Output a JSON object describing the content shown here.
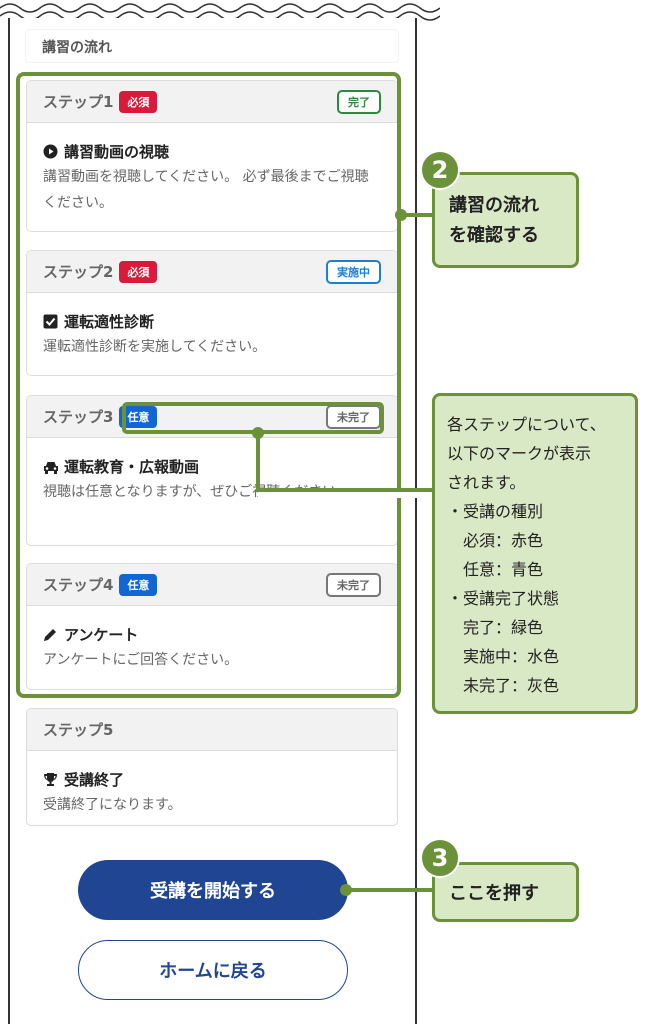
{
  "section_title": "講習の流れ",
  "steps": [
    {
      "label": "ステップ1",
      "type": "必須",
      "status": "完了",
      "title": "講習動画の視聴",
      "icon": "play-circle-icon",
      "desc": "講習動画を視聴してください。 必ず最後までご視聴ください。"
    },
    {
      "label": "ステップ2",
      "type": "必須",
      "status": "実施中",
      "title": "運転適性診断",
      "icon": "checkbox-icon",
      "desc": "運転適性診断を実施してください。"
    },
    {
      "label": "ステップ3",
      "type": "任意",
      "status": "未完了",
      "title": "運転教育・広報動画",
      "icon": "car-icon",
      "desc": "視聴は任意となりますが、ぜひご視聴ください。"
    },
    {
      "label": "ステップ4",
      "type": "任意",
      "status": "未完了",
      "title": "アンケート",
      "icon": "pencil-icon",
      "desc": "アンケートにご回答ください。"
    },
    {
      "label": "ステップ5",
      "title": "受講終了",
      "icon": "trophy-icon",
      "desc": "受講終了になります。"
    }
  ],
  "buttons": {
    "start": "受講を開始する",
    "home": "ホームに戻る"
  },
  "annotations": {
    "num2": "2",
    "callout2_line1": "講習の流れ",
    "callout2_line2": "を確認する",
    "note_lines": [
      "各ステップについて、",
      "以下のマークが表示",
      "されます。",
      "・受講の種別",
      "　必須：赤色",
      "　任意：青色",
      "・受講完了状態",
      "　完了：緑色",
      "　実施中：水色",
      "　未完了：灰色"
    ],
    "num3": "3",
    "callout3": "ここを押す"
  },
  "colors": {
    "required": "#d81b3a",
    "optional": "#1266d4",
    "done": "#2a8a3e",
    "in_progress": "#1a7fd9",
    "incomplete": "#777777",
    "annotation": "#6b9139",
    "primary": "#1f4593"
  }
}
